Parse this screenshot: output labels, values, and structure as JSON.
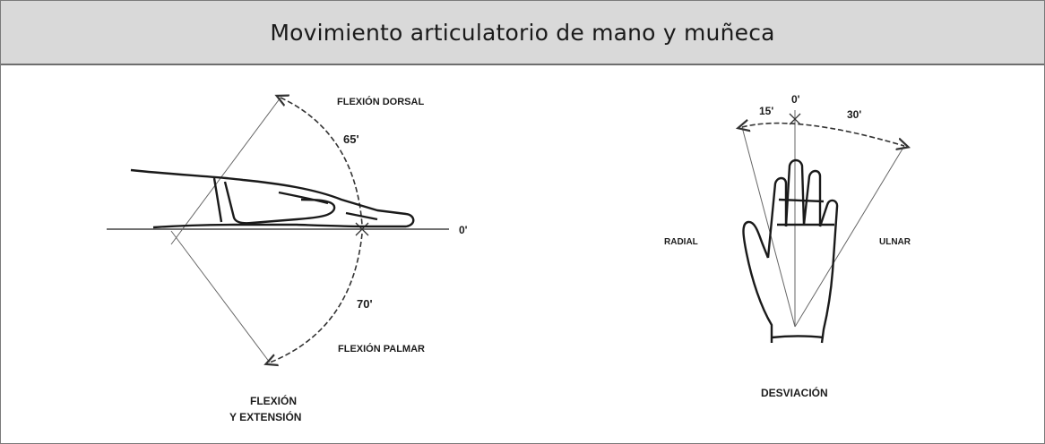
{
  "header": {
    "title": "Movimiento articulatorio de mano y muñeca"
  },
  "flexion_figure": {
    "dorsal_label": "FLEXIÓN DORSAL",
    "dorsal_angle": "65'",
    "neutral_angle": "0'",
    "palmar_angle": "70'",
    "palmar_label": "FLEXIÓN PALMAR",
    "caption_line1": "FLEXIÓN",
    "caption_line2": "Y EXTENSIÓN"
  },
  "deviation_figure": {
    "radial_angle": "15'",
    "neutral_angle": "0'",
    "ulnar_angle": "30'",
    "radial_label": "RADIAL",
    "ulnar_label": "ULNAR",
    "caption": "DESVIACIÓN"
  }
}
